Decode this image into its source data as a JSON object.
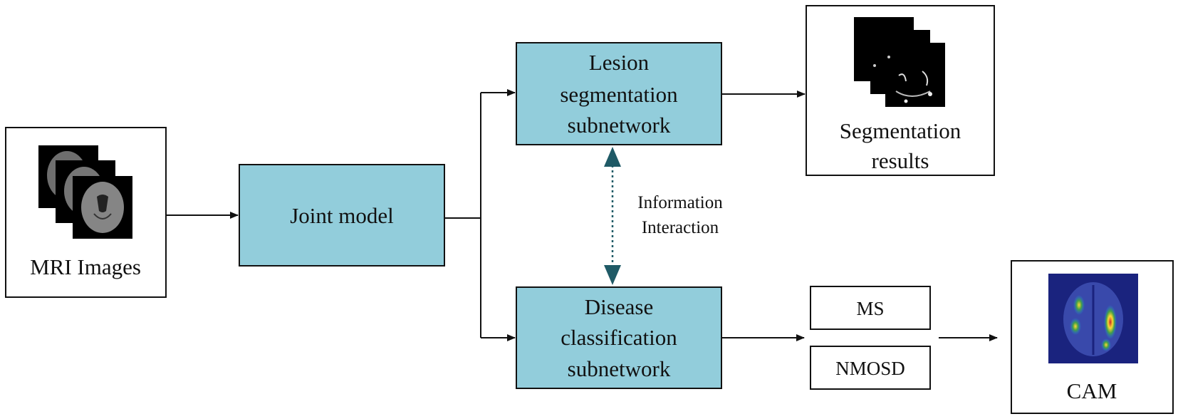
{
  "nodes": {
    "mri": {
      "label": "MRI Images"
    },
    "joint": {
      "label": "Joint model"
    },
    "lesion": {
      "lines": [
        "Lesion",
        "segmentation",
        "subnetwork"
      ]
    },
    "disease": {
      "lines": [
        "Disease",
        "classification",
        "subnetwork"
      ]
    },
    "segres": {
      "lines": [
        "Segmentation",
        "results"
      ]
    },
    "ms": {
      "label": "MS"
    },
    "nmosd": {
      "label": "NMOSD"
    },
    "cam": {
      "label": "CAM"
    }
  },
  "interaction": {
    "lines": [
      "Information",
      "Interaction"
    ]
  },
  "colors": {
    "box_fill": "#92cddb",
    "box_stroke": "#111111",
    "dotted_arrow": "#1f5a66",
    "thumb_bg": "#000000",
    "cam_bg": "#1a237e"
  }
}
